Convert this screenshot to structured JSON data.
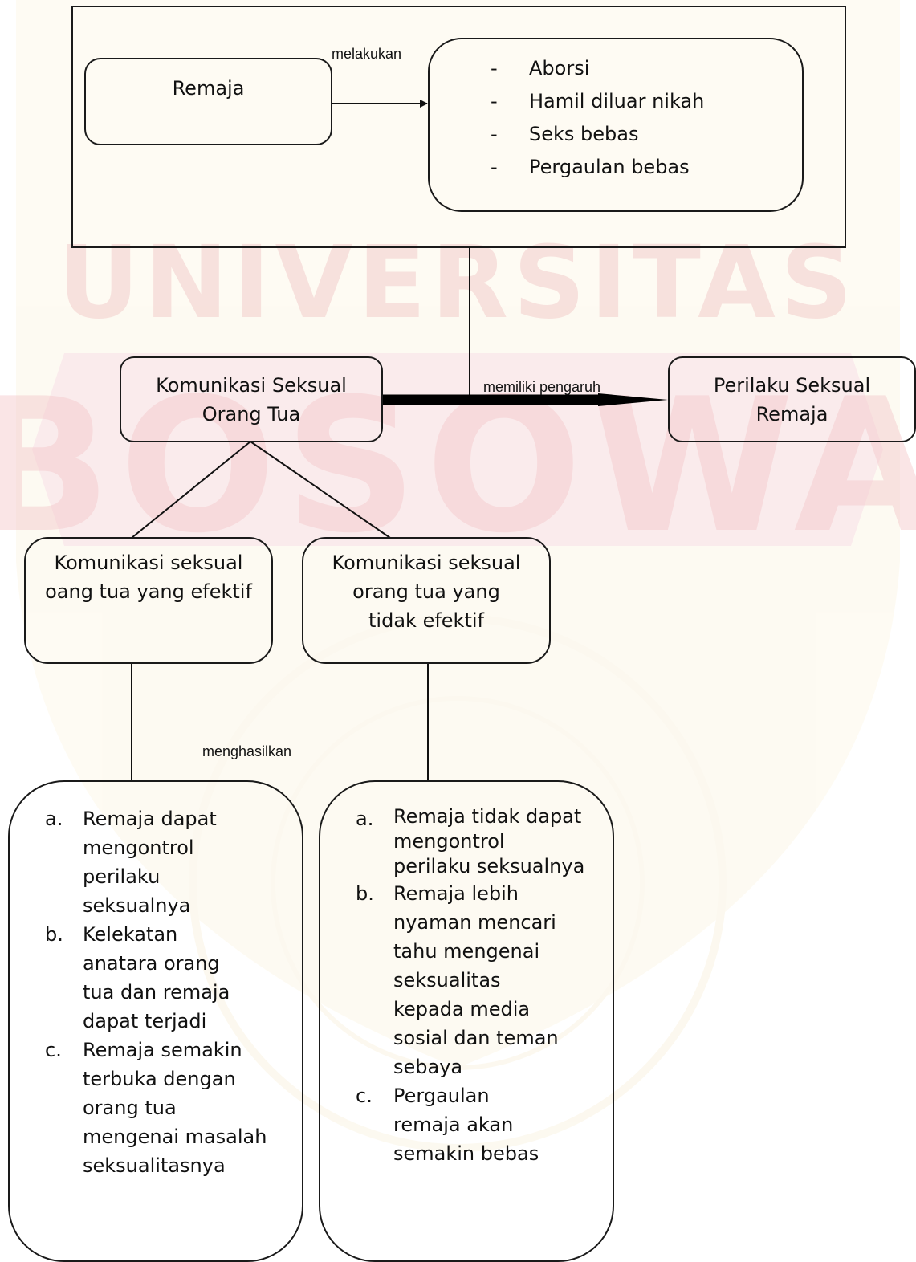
{
  "watermark": {
    "word": "UNIVERSITAS",
    "name": "BOSOWA",
    "colors": {
      "red": "#d8434b",
      "gold": "#f2d98a"
    }
  },
  "top_group": {
    "actor": "Remaja",
    "relation_label": "melakukan",
    "behaviors": [
      "Aborsi",
      "Hamil diluar nikah",
      "Seks bebas",
      "Pergaulan bebas"
    ],
    "bullet": "-"
  },
  "center": {
    "source": "Komunikasi Seksual Orang Tua",
    "relation_label": "memiliki pengaruh",
    "target": "Perilaku Seksual Remaja"
  },
  "branches": {
    "effective": "Komunikasi seksual oang tua yang efektif",
    "ineffective": "Komunikasi seksual orang tua yang tidak efektif",
    "result_label": "menghasilkan"
  },
  "outcomes": {
    "effective": [
      {
        "marker": "a.",
        "text": "Remaja dapat mengontrol perilaku seksualnya"
      },
      {
        "marker": "b.",
        "text": "Kelekatan anatara orang tua dan remaja dapat terjadi"
      },
      {
        "marker": "c.",
        "text": "Remaja semakin terbuka dengan orang tua mengenai masalah seksualitasnya"
      }
    ],
    "ineffective": [
      {
        "marker": "a.",
        "text": "Remaja tidak dapat mengontrol perilaku seksualnya"
      },
      {
        "marker": "b.",
        "text": "Remaja lebih nyaman mencari tahu mengenai seksualitas kepada media sosial dan teman sebaya"
      },
      {
        "marker": "c.",
        "text": "Pergaulan remaja akan semakin bebas"
      }
    ]
  },
  "colors": {
    "stroke": "#1a1a1a",
    "text": "#111111"
  }
}
